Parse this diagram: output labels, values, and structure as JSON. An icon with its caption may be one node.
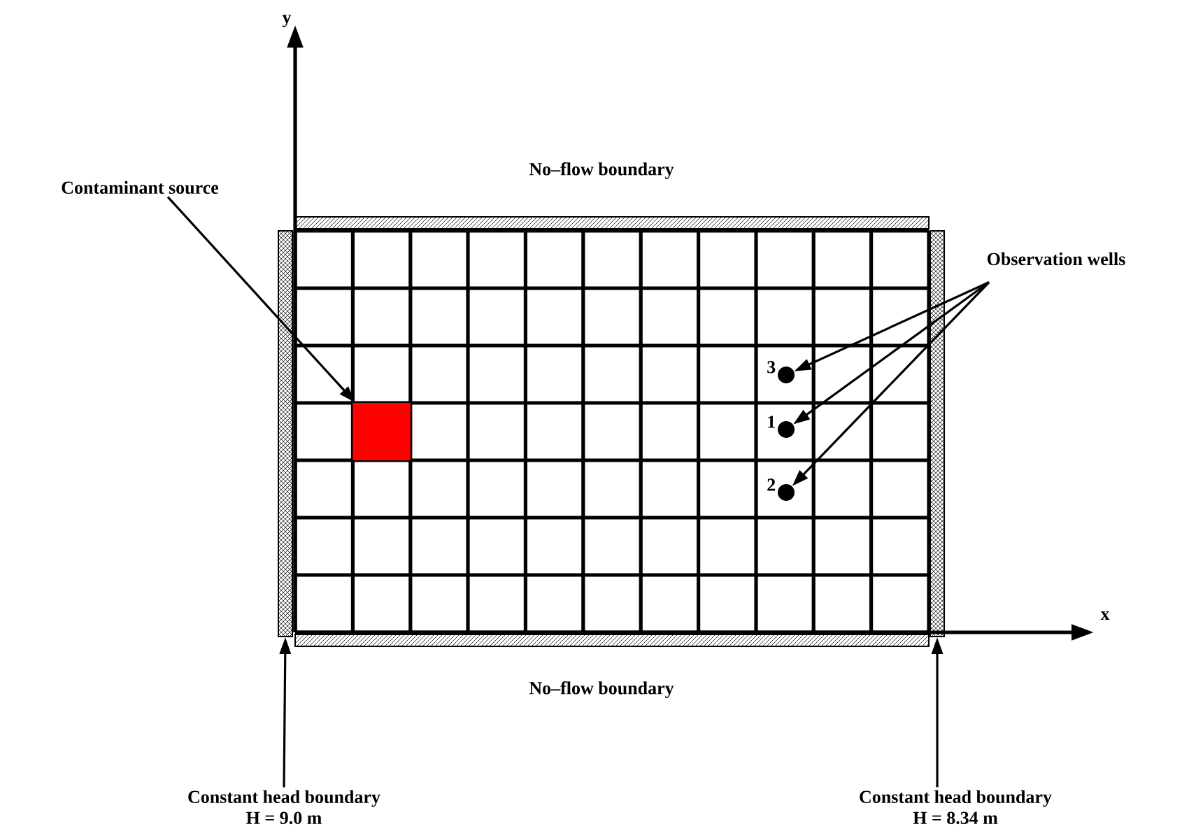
{
  "diagram": {
    "nodes": [
      {
        "text": [
          "Contaminant source"
        ]
      },
      {
        "text": [],
        "shape": "box"
      },
      {
        "text": [
          "Observation wells"
        ]
      },
      {
        "text": [],
        "shape": "circle",
        "beside": [
          "3"
        ]
      },
      {
        "text": [],
        "shape": "circle",
        "beside": [
          "1"
        ]
      },
      {
        "text": [],
        "shape": "circle",
        "beside": [
          "2"
        ]
      },
      {
        "text": [
          "Constant head boundary",
          "H = 9.0 m"
        ]
      },
      {
        "text": [],
        "shape": "bar"
      },
      {
        "text": [
          "Constant head boundary",
          "H = 8.34 m"
        ]
      },
      {
        "text": [],
        "shape": "bar"
      }
    ],
    "edges": [
      {
        "from": 0,
        "to": 1,
        "arrow": "to"
      },
      {
        "from": 2,
        "to": 3,
        "arrow": "to"
      },
      {
        "from": 2,
        "to": 4,
        "arrow": "to"
      },
      {
        "from": 2,
        "to": 5,
        "arrow": "to"
      },
      {
        "from": 6,
        "to": 7,
        "arrow": "to"
      },
      {
        "from": 8,
        "to": 9,
        "arrow": "to"
      }
    ],
    "labels": [
      "y",
      "No–flow boundary",
      "x",
      "No–flow boundary"
    ]
  }
}
